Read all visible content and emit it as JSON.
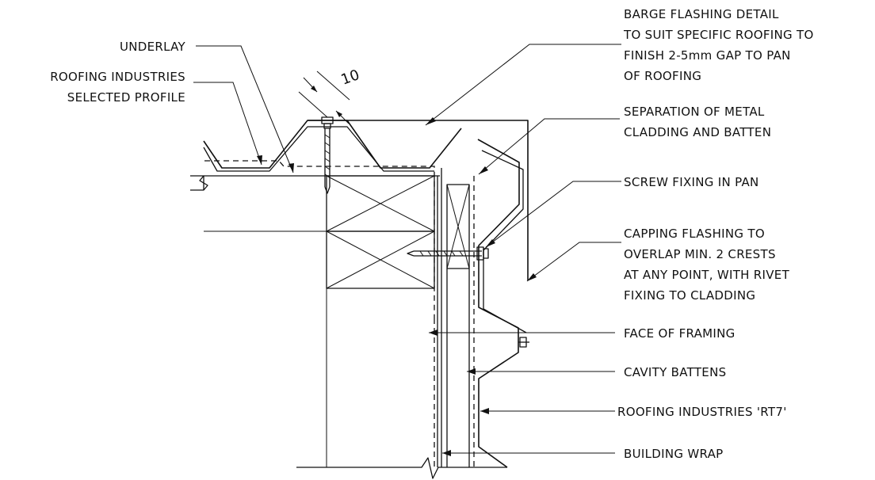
{
  "labels": {
    "underlay": "UNDERLAY",
    "roofing_profile_1": "ROOFING INDUSTRIES",
    "roofing_profile_2": "SELECTED PROFILE",
    "dimension": "10",
    "barge_1": "BARGE FLASHING DETAIL",
    "barge_2": "TO SUIT SPECIFIC ROOFING TO",
    "barge_3": "FINISH 2-5mm GAP TO PAN",
    "barge_4": "OF ROOFING",
    "separation_1": "SEPARATION OF METAL",
    "separation_2": "CLADDING AND BATTEN",
    "screw": "SCREW FIXING IN PAN",
    "capping_1": "CAPPING FLASHING TO",
    "capping_2": "OVERLAP MIN. 2 CRESTS",
    "capping_3": "AT ANY POINT, WITH RIVET",
    "capping_4": "FIXING TO CLADDING",
    "face_of_framing": "FACE OF FRAMING",
    "cavity_battens": "CAVITY BATTENS",
    "rt7": "ROOFING INDUSTRIES 'RT7'",
    "building_wrap": "BUILDING WRAP"
  },
  "colors": {
    "ink": "#111111",
    "background": "#ffffff"
  }
}
